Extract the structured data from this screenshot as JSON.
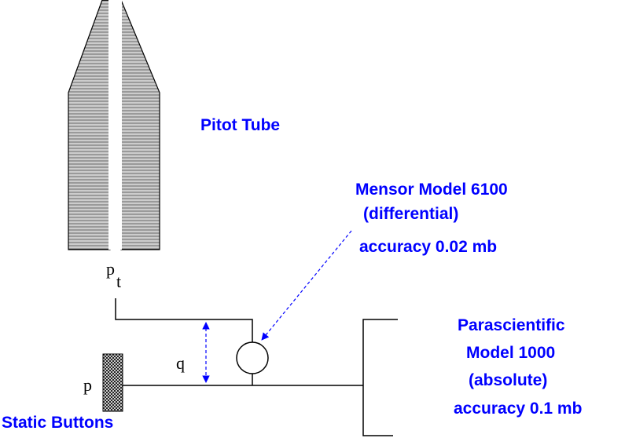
{
  "labels": {
    "pitot_tube": "Pitot Tube",
    "mensor_title": "Mensor Model 6100",
    "mensor_type": "(differential)",
    "mensor_accuracy": "accuracy 0.02 mb",
    "para_title": "Parascientific",
    "para_model": "Model 1000",
    "para_type": "(absolute)",
    "para_accuracy": "accuracy 0.1 mb",
    "static_buttons": "Static Buttons",
    "pt_main": "p",
    "pt_sub": "t",
    "p_label": "p",
    "q_label": "q"
  },
  "colors": {
    "label_blue": "#0000ff",
    "line_black": "#000000"
  }
}
